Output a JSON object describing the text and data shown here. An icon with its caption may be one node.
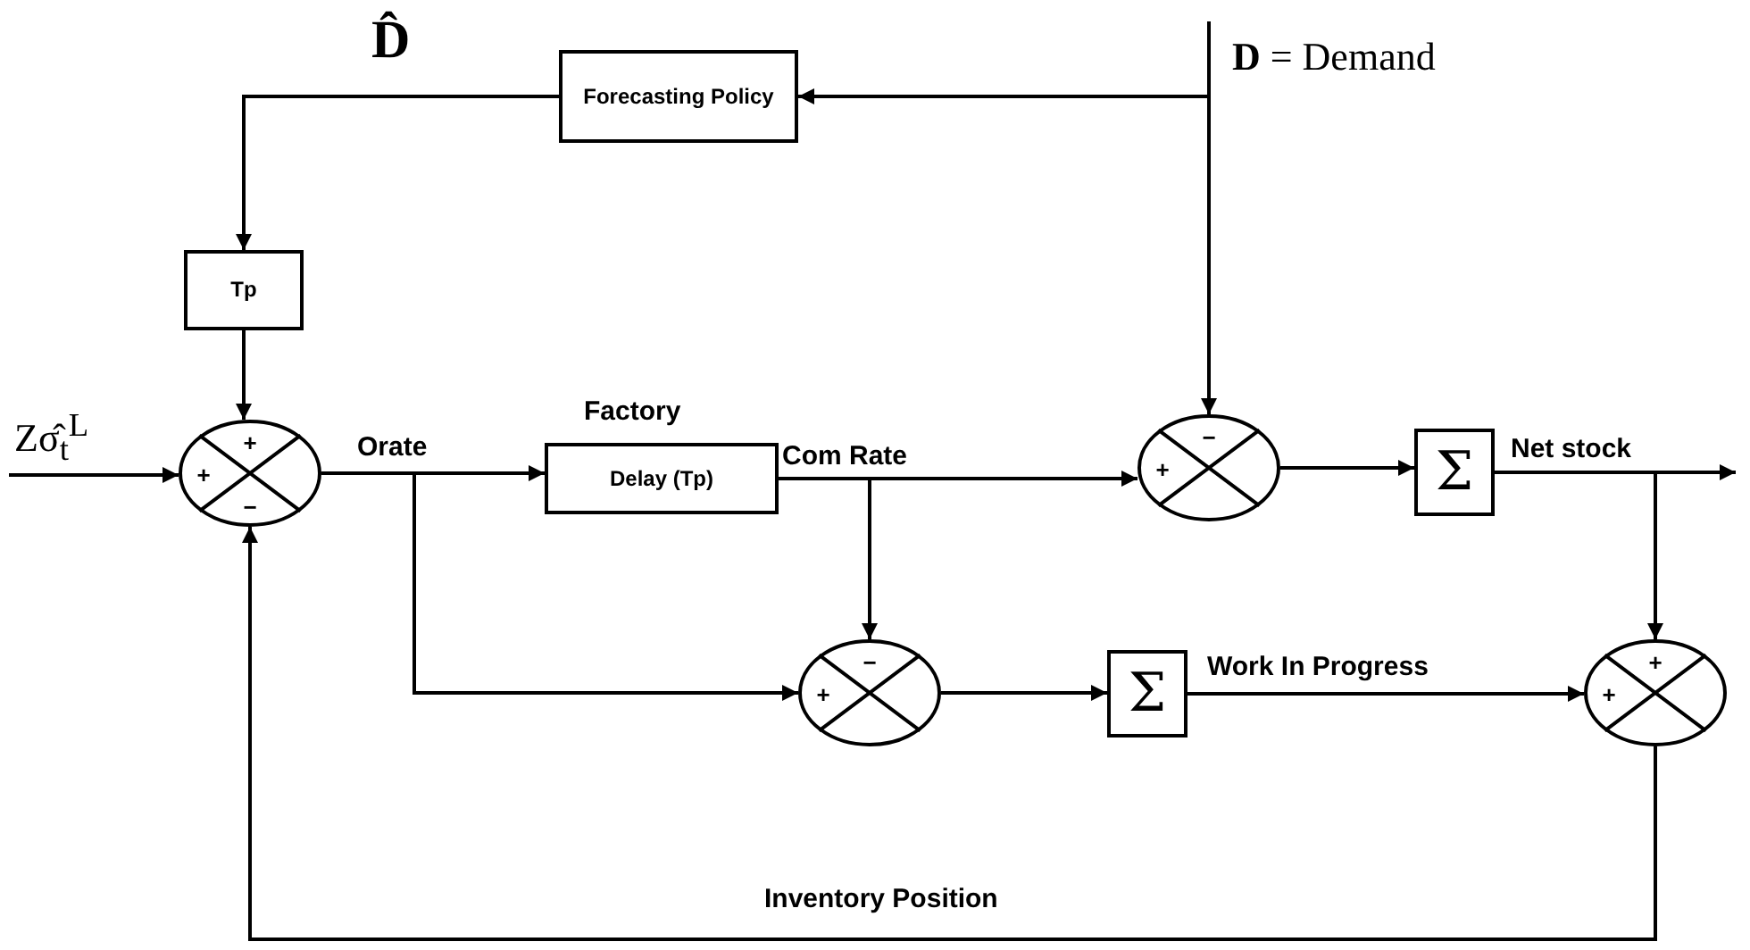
{
  "diagram": {
    "nodes": [
      {
        "text": [
          "Forecasting Policy"
        ]
      },
      {
        "text": [
          "Tp"
        ]
      },
      {
        "text": [
          "+",
          "+",
          "−"
        ]
      },
      {
        "text": [
          "Delay (Tp)"
        ],
        "beside": [
          "Factory"
        ]
      },
      {
        "text": [
          "−",
          "+"
        ]
      },
      {
        "text": [
          "Σ"
        ]
      },
      {
        "text": [
          "−",
          "+"
        ]
      },
      {
        "text": [
          "Σ"
        ]
      },
      {
        "text": [
          "+",
          "+"
        ]
      }
    ],
    "edges": [
      {
        "from": null,
        "to": 4,
        "arrow": "to",
        "label": "**D** = Demand"
      },
      {
        "from": null,
        "to": 0,
        "arrow": "to"
      },
      {
        "from": 0,
        "to": 1,
        "arrow": "to",
        "label": "D̂"
      },
      {
        "from": 1,
        "to": 2,
        "arrow": "to"
      },
      {
        "from": null,
        "to": 2,
        "arrow": "to",
        "label": "Zσ̂$_{t}$$^{L}$"
      },
      {
        "from": 2,
        "to": 3,
        "arrow": "to",
        "label": "Orate"
      },
      {
        "from": 2,
        "to": 6,
        "arrow": "to"
      },
      {
        "from": 3,
        "to": 4,
        "arrow": "to",
        "label": "Com Rate"
      },
      {
        "from": 3,
        "to": 6,
        "arrow": "to"
      },
      {
        "from": 4,
        "to": 5,
        "arrow": "to"
      },
      {
        "from": 5,
        "to": null,
        "arrow": "to",
        "label": "Net stock"
      },
      {
        "from": 5,
        "to": 8,
        "arrow": "to"
      },
      {
        "from": 6,
        "to": 7,
        "arrow": "to"
      },
      {
        "from": 7,
        "to": 8,
        "arrow": "to",
        "label": "Work In Progress"
      },
      {
        "from": 8,
        "to": 2,
        "arrow": "to",
        "label": "Inventory Position"
      }
    ]
  }
}
